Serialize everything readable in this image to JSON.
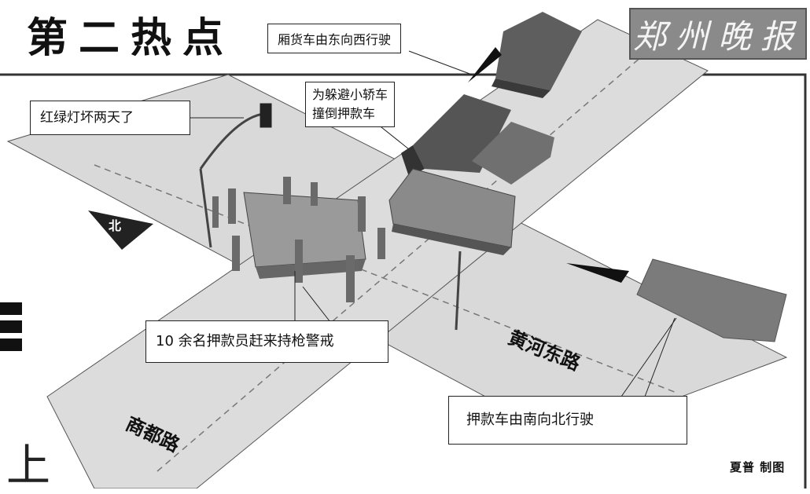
{
  "title": "第二热点",
  "logo_text": "郑州晚报",
  "callouts": {
    "truck_direction": "厢货车由东向西行驶",
    "traffic_light": "红绿灯坏两天了",
    "avoid_car_line1": "为躲避小轿车",
    "avoid_car_line2": "撞倒押款车",
    "guards": "10 余名押款员赶来持枪警戒",
    "armored_direction": "押款车由南向北行驶"
  },
  "compass": {
    "north": "北"
  },
  "roads": {
    "east_west": "黄河东路",
    "north_south": "商都路"
  },
  "credit": "夏普  制图",
  "side_text": "上",
  "colors": {
    "road": "#d9d9d9",
    "border": "#333333",
    "vehicle": "#6b6b6b",
    "page": "#ffffff"
  }
}
